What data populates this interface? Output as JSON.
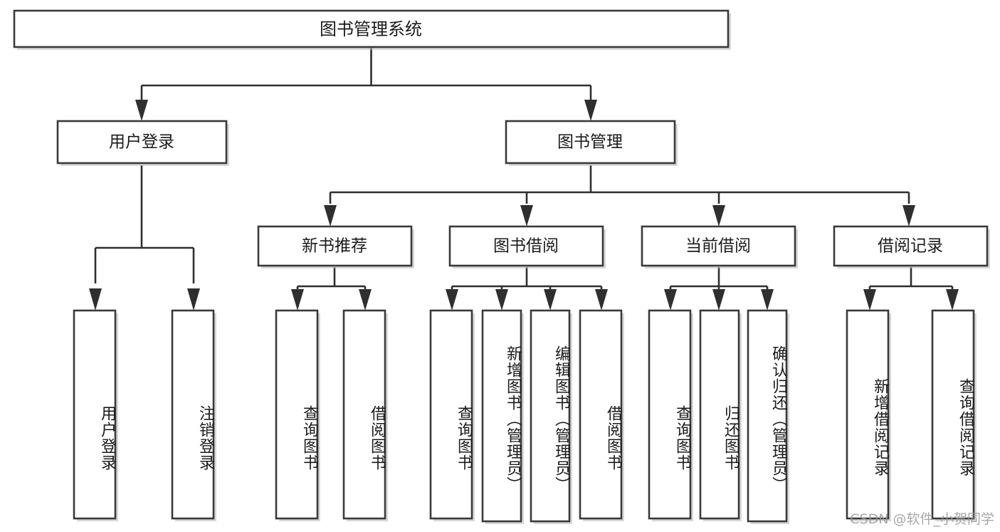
{
  "diagram": {
    "type": "tree-hierarchy",
    "title": "图书管理系统",
    "orientation": "top-down",
    "root": {
      "label": "图书管理系统",
      "level": 0
    },
    "level1": [
      {
        "label": "用户登录"
      },
      {
        "label": "图书管理"
      }
    ],
    "level2": [
      {
        "label": "新书推荐",
        "parent": "图书管理"
      },
      {
        "label": "图书借阅",
        "parent": "图书管理"
      },
      {
        "label": "当前借阅",
        "parent": "图书管理"
      },
      {
        "label": "借阅记录",
        "parent": "图书管理"
      }
    ],
    "leaves": {
      "user_login": [
        {
          "label": "用户登录"
        },
        {
          "label": "注销登录"
        }
      ],
      "new_book_recommend": [
        {
          "label": "查询图书"
        },
        {
          "label": "借阅图书"
        }
      ],
      "book_borrow": [
        {
          "label": "查询图书"
        },
        {
          "label": "新增图书（管理员）"
        },
        {
          "label": "编辑图书（管理员）"
        },
        {
          "label": "借阅图书"
        }
      ],
      "current_borrow": [
        {
          "label": "查询图书"
        },
        {
          "label": "归还图书"
        },
        {
          "label": "确认归还（管理员）"
        }
      ],
      "borrow_record": [
        {
          "label": "新增借阅记录"
        },
        {
          "label": "查询借阅记录"
        }
      ]
    },
    "colors": {
      "box_stroke": "#3a3a3a",
      "box_fill": "#ffffff",
      "connector": "#2f2f2f",
      "text": "#1b1b1b",
      "background": "#ffffff",
      "watermark": "#9a9a9a"
    }
  },
  "watermark": {
    "text": "CSDN @软件_小贺同学"
  }
}
